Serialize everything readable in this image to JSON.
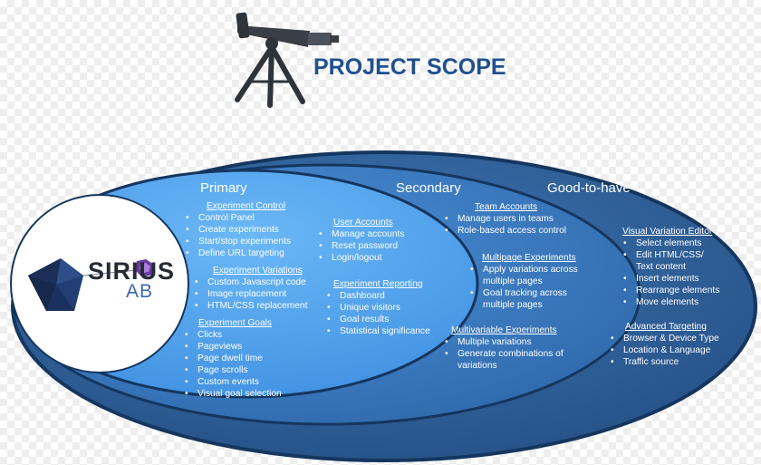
{
  "title": "PROJECT SCOPE",
  "logo": {
    "name": "SIRIUS",
    "sub": "AB"
  },
  "icons": {
    "telescope": "telescope-icon",
    "logo": "sirius-pentagon-logo"
  },
  "colors": {
    "title": "#1f4f8f",
    "outer": "#2c5d97",
    "middle": "#3a78bf",
    "inner": "#55a7f1",
    "dark": "#15365f"
  },
  "headers": {
    "primary": "Primary",
    "secondary": "Secondary",
    "good_to_have": "Good-to-have"
  },
  "primary": {
    "experiment_control": {
      "label": "Experiment Control",
      "items": [
        "Control Panel",
        "Create experiments",
        "Start/stop experiments",
        "Define URL targeting"
      ]
    },
    "experiment_variations": {
      "label": "Experiment Variations",
      "items": [
        "Custom Javascript code",
        "Image replacement",
        "HTML/CSS replacement"
      ]
    },
    "experiment_goals": {
      "label": "Experiment Goals",
      "items": [
        "Clicks",
        "Pageviews",
        "Page dwell time",
        "Page scrolls",
        "Custom events",
        "Visual goal selection"
      ]
    },
    "user_accounts": {
      "label": "User Accounts",
      "items": [
        "Manage accounts",
        "Reset password",
        "Login/logout"
      ]
    },
    "experiment_reporting": {
      "label": "Experiment Reporting",
      "items": [
        "Dashboard",
        "Unique visitors",
        "Goal results",
        "Statistical significance"
      ]
    }
  },
  "secondary": {
    "team_accounts": {
      "label": "Team Accounts",
      "items": [
        "Manage users in teams",
        "Role-based access control"
      ]
    },
    "multipage": {
      "label": "Multipage Experiments",
      "items": [
        "Apply variations across",
        "multiple pages",
        "Goal tracking across",
        "multiple pages"
      ]
    },
    "multivariable": {
      "label": "Multivariable Experiments",
      "items": [
        "Multiple variations",
        "Generate combinations of",
        "variations"
      ]
    }
  },
  "good_to_have": {
    "visual_editor": {
      "label": "Visual Variation Editor",
      "items": [
        "Select elements",
        "Edit HTML/CSS/",
        "Text content",
        "Insert elements",
        "Rearrange elements",
        "Move elements"
      ]
    },
    "advanced_targeting": {
      "label": "Advanced Targeting",
      "items": [
        "Browser & Device Type",
        "Location & Language",
        "Traffic source"
      ]
    }
  }
}
